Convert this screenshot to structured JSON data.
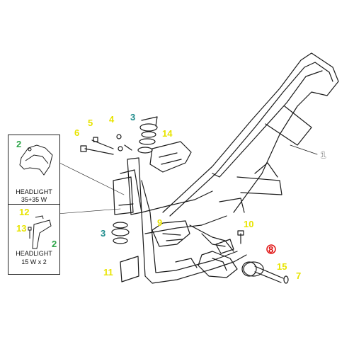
{
  "diagram": {
    "colors": {
      "line": "#1a1a1a",
      "callout_yellow": "#e8e400",
      "callout_green": "#2ea64a",
      "callout_teal": "#1e8c8c",
      "callout_white": "#ffffff",
      "highlight_red": "#e01010"
    },
    "insets": {
      "top": {
        "callout": "2",
        "caption_line1": "HEADLIGHT",
        "caption_line2": "35+35 W"
      },
      "bottom": {
        "callout_12": "12",
        "callout_13": "13",
        "callout_2": "2",
        "caption_line1": "HEADLIGHT",
        "caption_line2": "15 W x 2"
      }
    },
    "callouts": [
      {
        "id": "1",
        "text": "1",
        "color": "white"
      },
      {
        "id": "3a",
        "text": "3",
        "color": "teal"
      },
      {
        "id": "3b",
        "text": "3",
        "color": "teal"
      },
      {
        "id": "4",
        "text": "4",
        "color": "yellow"
      },
      {
        "id": "5",
        "text": "5",
        "color": "yellow"
      },
      {
        "id": "6",
        "text": "6",
        "color": "yellow"
      },
      {
        "id": "7",
        "text": "7",
        "color": "yellow"
      },
      {
        "id": "8",
        "text": "8",
        "color": "red"
      },
      {
        "id": "9",
        "text": "9",
        "color": "yellow"
      },
      {
        "id": "10",
        "text": "10",
        "color": "yellow"
      },
      {
        "id": "11",
        "text": "11",
        "color": "yellow"
      },
      {
        "id": "14",
        "text": "14",
        "color": "yellow"
      },
      {
        "id": "15",
        "text": "15",
        "color": "yellow"
      }
    ]
  }
}
